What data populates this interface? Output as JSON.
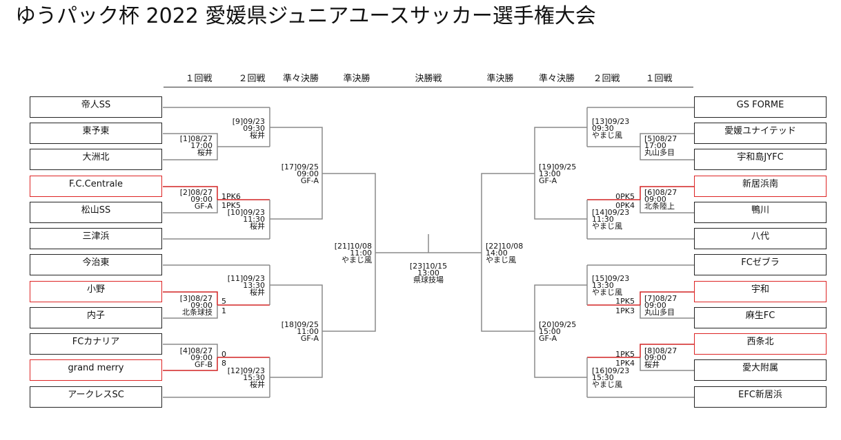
{
  "title": "ゆうパック杯 2022 愛媛県ジュニアユースサッカー選手権大会",
  "round_headers": [
    "１回戦",
    "２回戦",
    "準々決勝",
    "準決勝",
    "決勝戦",
    "準決勝",
    "準々決勝",
    "２回戦",
    "１回戦"
  ],
  "left_teams": [
    {
      "name": "帝人SS",
      "winner": false
    },
    {
      "name": "東予東",
      "winner": false
    },
    {
      "name": "大洲北",
      "winner": false
    },
    {
      "name": "F.C.Centrale",
      "winner": true
    },
    {
      "name": "松山SS",
      "winner": false
    },
    {
      "name": "三津浜",
      "winner": false
    },
    {
      "name": "今治東",
      "winner": false
    },
    {
      "name": "小野",
      "winner": true
    },
    {
      "name": "内子",
      "winner": false
    },
    {
      "name": "FCカナリア",
      "winner": false
    },
    {
      "name": "grand merry",
      "winner": true
    },
    {
      "name": "アークレスSC",
      "winner": false
    }
  ],
  "right_teams": [
    {
      "name": "GS FORME",
      "winner": false
    },
    {
      "name": "愛媛ユナイテッド",
      "winner": false
    },
    {
      "name": "宇和島JYFC",
      "winner": false
    },
    {
      "name": "新居浜南",
      "winner": true
    },
    {
      "name": "鴨川",
      "winner": false
    },
    {
      "name": "八代",
      "winner": false
    },
    {
      "name": "FCゼブラ",
      "winner": false
    },
    {
      "name": "宇和",
      "winner": true
    },
    {
      "name": "麻生FC",
      "winner": false
    },
    {
      "name": "西条北",
      "winner": true
    },
    {
      "name": "愛大附属",
      "winner": false
    },
    {
      "name": "EFC新居浜",
      "winner": false
    }
  ],
  "matches": {
    "m1": "[1]08/27\n17:00\n桜井",
    "m2": "[2]08/27\n09:00\nGF-A",
    "m3": "[3]08/27\n09:00\n北条球技",
    "m4": "[4]08/27\n09:00\nGF-B",
    "m5": "[5]08/27\n17:00\n丸山多目",
    "m6": "[6]08/27\n09:00\n北条陸上",
    "m7": "[7]08/27\n09:00\n丸山多目",
    "m8": "[8]08/27\n09:00\n桜井",
    "m9": "[9]09/23\n09:30\n桜井",
    "m10": "[10]09/23\n11:30\n桜井",
    "m11": "[11]09/23\n13:30\n桜井",
    "m12": "[12]09/23\n15:30\n桜井",
    "m13": "[13]09/23\n09:30\nやまじ風",
    "m14": "[14]09/23\n11:30\nやまじ風",
    "m15": "[15]09/23\n13:30\nやまじ風",
    "m16": "[16]09/23\n15:30\nやまじ風",
    "m17": "[17]09/25\n09:00\nGF-A",
    "m18": "[18]09/25\n11:00\nGF-A",
    "m19": "[19]09/25\n13:00\nGF-A",
    "m20": "[20]09/25\n15:00\nGF-A",
    "m21": "[21]10/08\n11:00\nやまじ風",
    "m22": "[22]10/08\n14:00\nやまじ風",
    "m23": "[23]10/15\n13:00\n県球技場"
  },
  "scores": {
    "m2_top": "1PK6",
    "m2_bottom": "1PK5",
    "m3_top": "5",
    "m3_bottom": "1",
    "m4_top": "0",
    "m4_bottom": "8",
    "m6_top": "0PK5",
    "m6_bottom": "0PK4",
    "m7_top": "1PK5",
    "m7_bottom": "1PK3",
    "m8_top": "1PK5",
    "m8_bottom": "1PK4"
  },
  "colors": {
    "line": "#8a8a8a",
    "winner_line": "#d22222",
    "box_border": "#222222"
  }
}
